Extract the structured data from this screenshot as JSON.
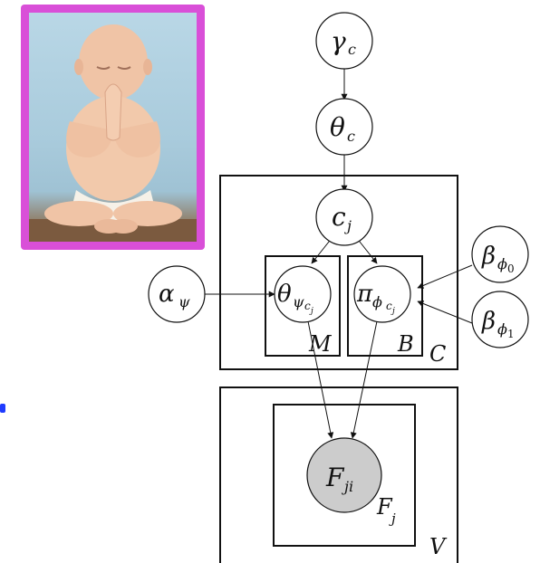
{
  "photo": {
    "icon": "praying-baby-photo",
    "frame_color": "#d94fd8"
  },
  "nodes": {
    "gamma_c": {
      "main": "γ",
      "sub": "c"
    },
    "theta_c": {
      "main": "θ",
      "sub": "c"
    },
    "c_j": {
      "main": "c",
      "sub": "j"
    },
    "alpha_psi": {
      "main": "α",
      "sub": "ψ"
    },
    "theta_psi": {
      "main": "θ",
      "sub": "ψ",
      "subsub": "c",
      "subsubsub": "j"
    },
    "pi_phi": {
      "main": "π",
      "sub": "ϕ",
      "subsub": "c",
      "subsubsub": "j"
    },
    "beta_phi0": {
      "main": "β",
      "sub": "ϕ",
      "subsub": "0"
    },
    "beta_phi1": {
      "main": "β",
      "sub": "ϕ",
      "subsub": "1"
    },
    "F_ji": {
      "main": "F",
      "sub": "ji",
      "fill": "#cccccc"
    }
  },
  "plates": {
    "C": "C",
    "M": "M",
    "B": "B",
    "V": "V",
    "Fj": {
      "main": "F",
      "sub": "j"
    }
  },
  "colors": {
    "edge": "#111111",
    "accent_dot": "#1f3cff"
  }
}
